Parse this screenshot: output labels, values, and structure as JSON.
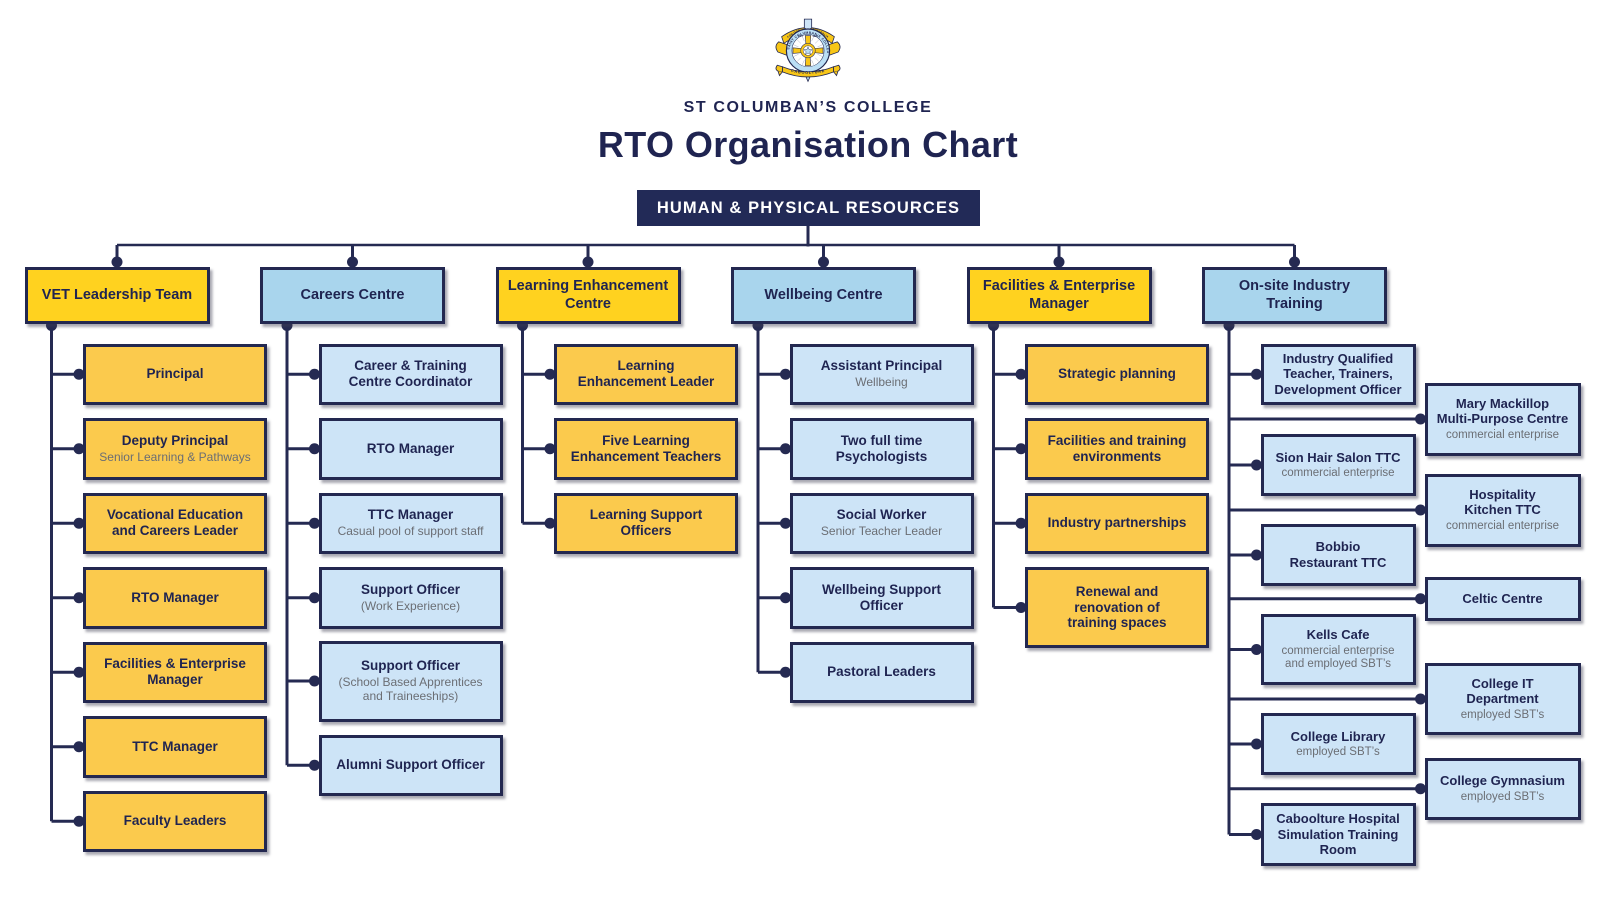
{
  "header": {
    "college_name": "ST COLUMBAN’S COLLEGE",
    "title": "RTO Organisation Chart",
    "root_label": "HUMAN & PHYSICAL RESOURCES",
    "crest": {
      "icon": "st-columbans-college-crest",
      "ring_text": "SAINT COLUMBAN’S COLLEGE",
      "banner_bottom": "CABOOLTURE",
      "banner_top_left": "FOR GOD",
      "banner_top_right": "AUSTRALIA"
    }
  },
  "colors": {
    "navy": "#232850",
    "gold_parent": "#ffd21f",
    "gold_child": "#fbca4d",
    "blue_parent": "#a9d5ed",
    "blue_child": "#cde4f7",
    "subtitle_grey": "#6b6e74",
    "root_fill": "#222a57"
  },
  "columns": [
    {
      "label": "VET Leadership Team",
      "color": "gold",
      "children": [
        {
          "title": "Principal"
        },
        {
          "title": "Deputy Principal",
          "subtitle": "Senior Learning & Pathways"
        },
        {
          "title": "Vocational Education\nand Careers Leader"
        },
        {
          "title": "RTO Manager"
        },
        {
          "title": "Facilities & Enterprise\nManager"
        },
        {
          "title": "TTC Manager"
        },
        {
          "title": "Faculty Leaders"
        }
      ]
    },
    {
      "label": "Careers Centre",
      "color": "blue",
      "children": [
        {
          "title": "Career & Training\nCentre Coordinator"
        },
        {
          "title": "RTO Manager"
        },
        {
          "title": "TTC Manager",
          "subtitle": "Casual pool of support staff"
        },
        {
          "title": "Support Officer",
          "subtitle": "(Work Experience)"
        },
        {
          "title": "Support Officer",
          "subtitle": "(School Based Apprentices\nand Traineeships)"
        },
        {
          "title": "Alumni Support Officer"
        }
      ]
    },
    {
      "label": "Learning Enhancement\nCentre",
      "color": "gold",
      "children": [
        {
          "title": "Learning\nEnhancement Leader"
        },
        {
          "title": "Five Learning\nEnhancement Teachers"
        },
        {
          "title": "Learning Support\nOfficers"
        }
      ]
    },
    {
      "label": "Wellbeing Centre",
      "color": "blue",
      "children": [
        {
          "title": "Assistant Principal",
          "subtitle": "Wellbeing"
        },
        {
          "title": "Two full time\nPsychologists"
        },
        {
          "title": "Social Worker",
          "subtitle": "Senior Teacher Leader"
        },
        {
          "title": "Wellbeing Support\nOfficer"
        },
        {
          "title": "Pastoral Leaders"
        }
      ]
    },
    {
      "label": "Facilities & Enterprise\nManager",
      "color": "gold",
      "children": [
        {
          "title": "Strategic planning"
        },
        {
          "title": "Facilities and training\nenvironments"
        },
        {
          "title": "Industry partnerships"
        },
        {
          "title": "Renewal and\nrenovation of\ntraining spaces"
        }
      ]
    },
    {
      "label": "On-site Industry\nTraining",
      "color": "blue",
      "children": [
        {
          "title": "Industry Qualified\nTeacher, Trainers,\nDevelopment Officer"
        },
        {
          "title": "Sion Hair Salon TTC",
          "subtitle": "commercial enterprise"
        },
        {
          "title": "Bobbio\nRestaurant TTC"
        },
        {
          "title": "Kells Cafe",
          "subtitle": "commercial enterprise\nand employed SBT’s"
        },
        {
          "title": "College Library",
          "subtitle": "employed SBT’s"
        },
        {
          "title": "Caboolture Hospital\nSimulation Training\nRoom"
        }
      ],
      "children_right": [
        {
          "title": "Mary Mackillop\nMulti-Purpose Centre",
          "subtitle": "commercial enterprise"
        },
        {
          "title": "Hospitality\nKitchen TTC",
          "subtitle": "commercial enterprise"
        },
        {
          "title": "Celtic Centre"
        },
        {
          "title": "College IT\nDepartment",
          "subtitle": "employed SBT’s"
        },
        {
          "title": "College Gymnasium",
          "subtitle": "employed SBT’s"
        }
      ]
    }
  ]
}
